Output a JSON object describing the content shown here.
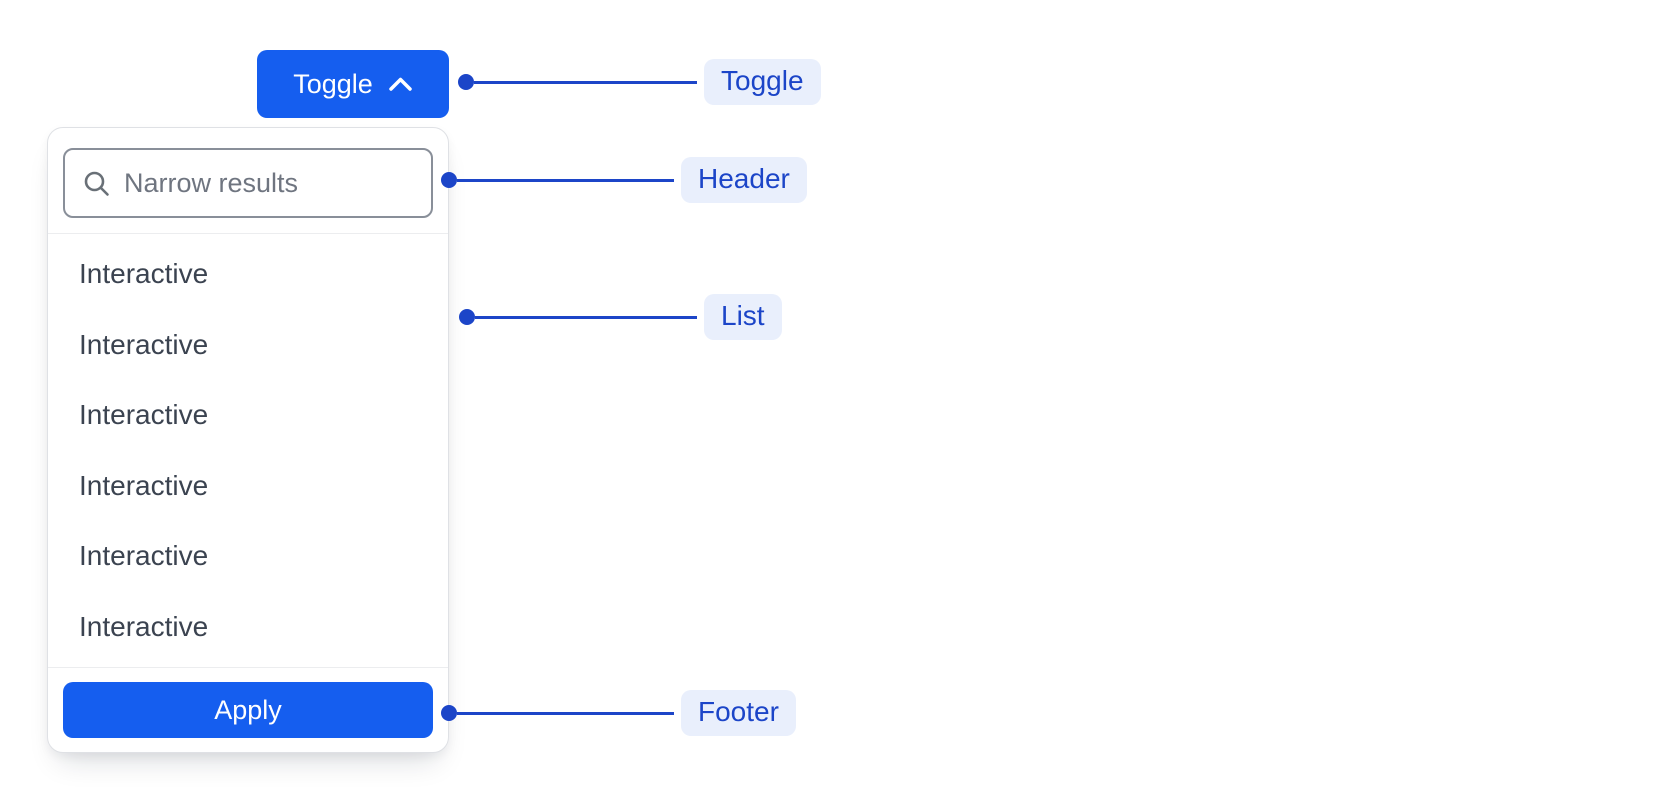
{
  "component": {
    "toggle_button": {
      "label": "Toggle",
      "icon": "chevron-up-icon"
    },
    "dropdown": {
      "header": {
        "search_placeholder": "Narrow results",
        "icon": "search-icon"
      },
      "list_items": [
        "Interactive",
        "Interactive",
        "Interactive",
        "Interactive",
        "Interactive",
        "Interactive"
      ],
      "footer": {
        "apply_label": "Apply"
      }
    }
  },
  "annotations": [
    {
      "id": "toggle",
      "label": "Toggle"
    },
    {
      "id": "header",
      "label": "Header"
    },
    {
      "id": "list",
      "label": "List"
    },
    {
      "id": "footer",
      "label": "Footer"
    }
  ],
  "colors": {
    "primary_blue": "#155EEF",
    "annotation_blue": "#1C45C8",
    "annotation_pill_bg": "#E9EFFC",
    "item_text": "#3B4350",
    "placeholder_text": "#6F7580",
    "input_border": "#898F99",
    "panel_border": "#DFE1E5"
  }
}
